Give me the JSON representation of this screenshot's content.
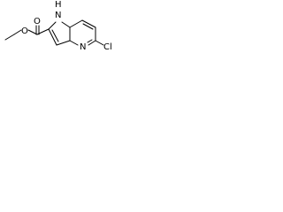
{
  "molecule": {
    "atom_labels": {
      "nh": "H",
      "n_indole": "N",
      "o_carbonyl": "O",
      "o_ester": "O",
      "n_pyridine": "N",
      "cl": "Cl"
    },
    "bond_color": "#000000"
  }
}
